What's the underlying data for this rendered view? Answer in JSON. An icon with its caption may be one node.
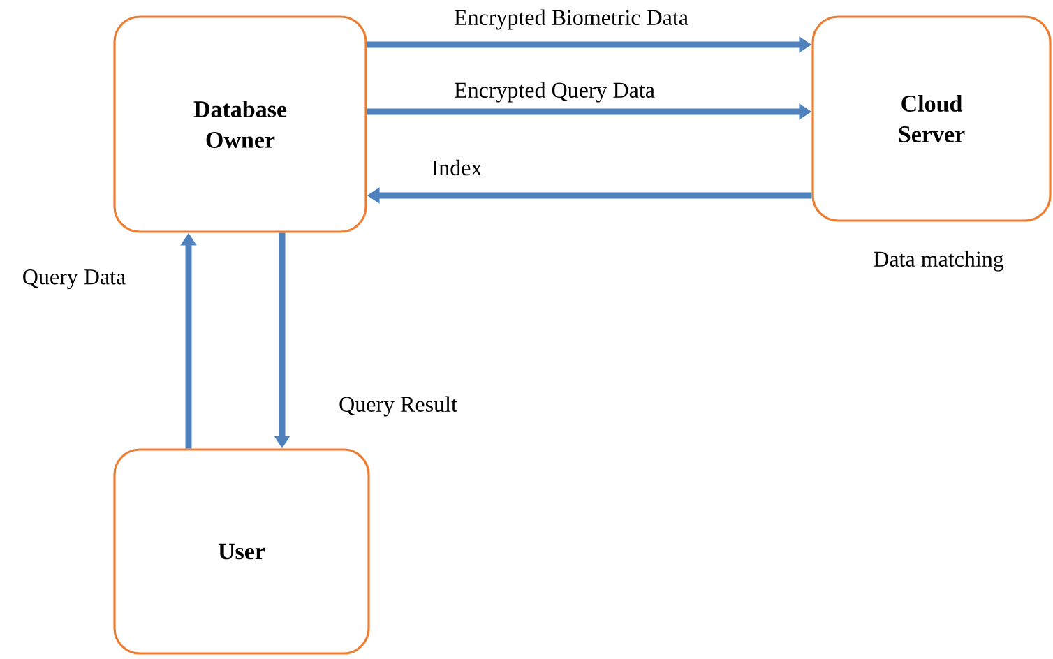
{
  "diagram": {
    "nodes": [
      {
        "text": [
          "Database Owner"
        ]
      },
      {
        "text": [
          "Cloud Server"
        ],
        "beside": [
          "Data matching"
        ]
      },
      {
        "text": [
          "User"
        ]
      }
    ],
    "edges": [
      {
        "from": 0,
        "to": 1,
        "arrow": "to",
        "label": "Encrypted Biometric Data"
      },
      {
        "from": 0,
        "to": 1,
        "arrow": "to",
        "label": "Encrypted Query Data"
      },
      {
        "from": 1,
        "to": 0,
        "arrow": "to",
        "label": "Index"
      },
      {
        "from": 2,
        "to": 0,
        "arrow": "to",
        "label": "Query Data"
      },
      {
        "from": 0,
        "to": 2,
        "arrow": "to",
        "label": "Query Result"
      }
    ]
  }
}
